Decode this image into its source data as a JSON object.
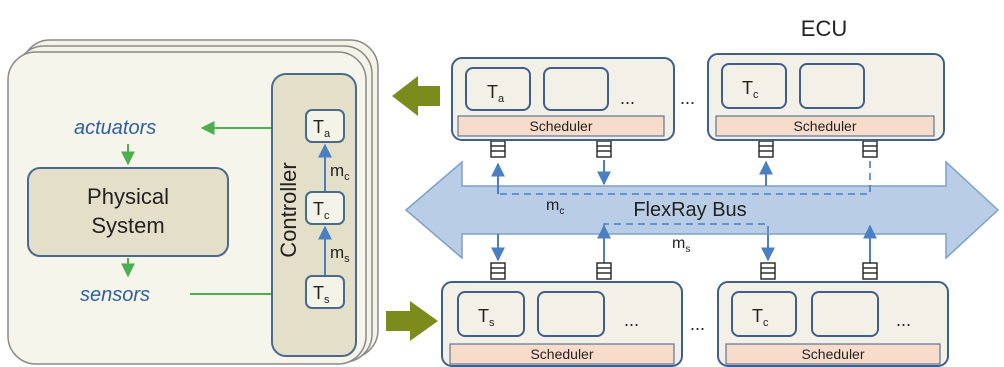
{
  "title": "ECU",
  "plant": {
    "actuators": "actuators",
    "physical_system_line1": "Physical",
    "physical_system_line2": "System",
    "sensors": "sensors",
    "controller": "Controller",
    "task_a": "T",
    "task_a_sub": "a",
    "task_c": "T",
    "task_c_sub": "c",
    "task_s": "T",
    "task_s_sub": "s",
    "msg_c": "m",
    "msg_c_sub": "c",
    "msg_s": "m",
    "msg_s_sub": "s"
  },
  "bus": {
    "label": "FlexRay Bus",
    "msg_c": "m",
    "msg_c_sub": "c",
    "msg_s": "m",
    "msg_s_sub": "s"
  },
  "ecus": {
    "top_left": {
      "task": "T",
      "task_sub": "a",
      "ellipsis": "...",
      "scheduler": "Scheduler"
    },
    "top_right": {
      "task": "T",
      "task_sub": "c",
      "scheduler": "Scheduler"
    },
    "between_top": "...",
    "bottom_left": {
      "task": "T",
      "task_sub": "s",
      "ellipsis": "...",
      "scheduler": "Scheduler"
    },
    "bottom_right": {
      "task": "T",
      "task_sub": "c",
      "ellipsis": "...",
      "scheduler": "Scheduler"
    },
    "between_bottom": "..."
  },
  "colors": {
    "ecu_fill": "#f3f1e7",
    "ecu_stroke": "#3f5f8a",
    "scheduler_fill": "#f7dccb",
    "bus_fill": "#b9cde6",
    "plant_fill": "#f4f3e8",
    "physical_fill": "#e3dfc8",
    "arrow_green": "#4caf50",
    "arrow_blue": "#4a7fc1",
    "olive_arrow": "#7d8b1d"
  }
}
